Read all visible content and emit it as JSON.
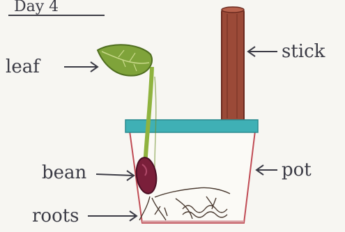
{
  "title": "Day 4",
  "labels": {
    "leaf": "leaf",
    "stick": "stick",
    "bean": "bean",
    "pot": "pot",
    "roots": "roots"
  },
  "colors": {
    "paper": "#f7f6f2",
    "ink": "#3b3b45",
    "leaf": "#7fa33a",
    "stem": "#8fb33f",
    "stick": "#8b3a2a",
    "pot_rim": "#3fb0b5",
    "pot_outline": "#c04b54",
    "bean": "#7a1f3a"
  }
}
